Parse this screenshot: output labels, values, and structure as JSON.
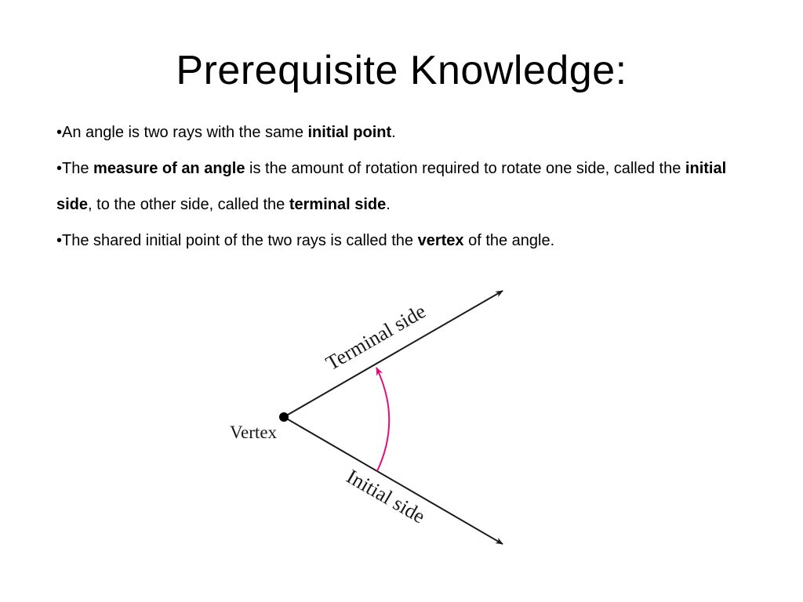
{
  "slide": {
    "title": "Prerequisite Knowledge:",
    "bullets": [
      {
        "marker": "•",
        "parts": [
          {
            "text": "An angle is two rays with the same ",
            "bold": false
          },
          {
            "text": "initial point",
            "bold": true
          },
          {
            "text": ".",
            "bold": false
          }
        ]
      },
      {
        "marker": "•",
        "parts": [
          {
            "text": "The ",
            "bold": false
          },
          {
            "text": "measure of an angle",
            "bold": true
          },
          {
            "text": " is the amount of rotation required to rotate one side, called the ",
            "bold": false
          },
          {
            "text": "initial side",
            "bold": true
          },
          {
            "text": ", to the other side, called the ",
            "bold": false
          },
          {
            "text": "terminal side",
            "bold": true
          },
          {
            "text": ".",
            "bold": false
          }
        ]
      },
      {
        "marker": "•",
        "parts": [
          {
            "text": "The shared initial point of the two rays is called the ",
            "bold": false
          },
          {
            "text": "vertex",
            "bold": true
          },
          {
            "text": " of the angle.",
            "bold": false
          }
        ]
      }
    ]
  },
  "diagram": {
    "vertex_label": "Vertex",
    "terminal_label": "Terminal side",
    "initial_label": "Initial side",
    "ray_color": "#1a1a1a",
    "rotation_arc_color": "#e0107a"
  }
}
